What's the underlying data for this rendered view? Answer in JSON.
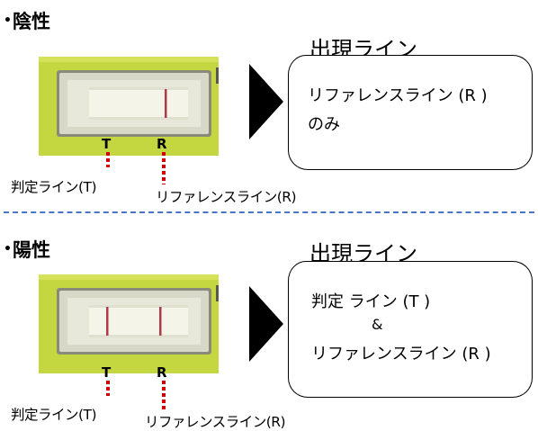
{
  "negative": {
    "title": "陰性",
    "marker_t": "T",
    "marker_r": "R",
    "label_t": "判定ライン(T)",
    "label_r": "リファレンスライン(R)",
    "bubble_title": "出現ライン",
    "bubble_line1": "リファレンスライン (R )",
    "bubble_line2": "のみ",
    "lines_shown": [
      "R"
    ]
  },
  "positive": {
    "title": "陽性",
    "marker_t": "T",
    "marker_r": "R",
    "label_t": "判定ライン(T)",
    "label_r": "リファレンスライン(R)",
    "bubble_title": "出現ライン",
    "bubble_line1": "判定 ライン (T )",
    "bubble_line2": "&",
    "bubble_line3": "リファレンスライン (R )",
    "lines_shown": [
      "T",
      "R"
    ]
  },
  "colors": {
    "device_body": "#c4d640",
    "result_line": "#b03a4a",
    "dotted_connector": "#cc0000",
    "divider": "#4a74c4"
  }
}
